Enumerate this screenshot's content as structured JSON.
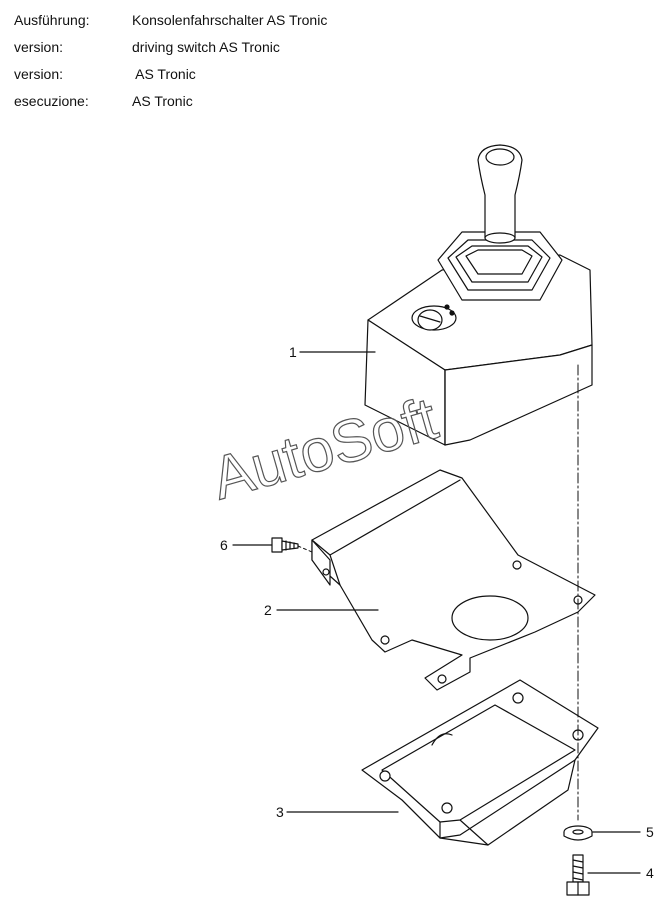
{
  "header": {
    "rows": [
      {
        "label": "Ausführung:",
        "value": "Konsolenfahrschalter AS Tronic"
      },
      {
        "label": "version:",
        "value": "driving switch AS Tronic"
      },
      {
        "label": "version:",
        "value": " AS Tronic"
      },
      {
        "label": "esecuzione:",
        "value": "AS Tronic"
      }
    ]
  },
  "watermark": "AutoSoft",
  "callouts": {
    "p1": "1",
    "p2": "2",
    "p3": "3",
    "p4": "4",
    "p5": "5",
    "p6": "6"
  },
  "colors": {
    "line": "#111111",
    "watermark": "#555555",
    "background": "#ffffff"
  }
}
